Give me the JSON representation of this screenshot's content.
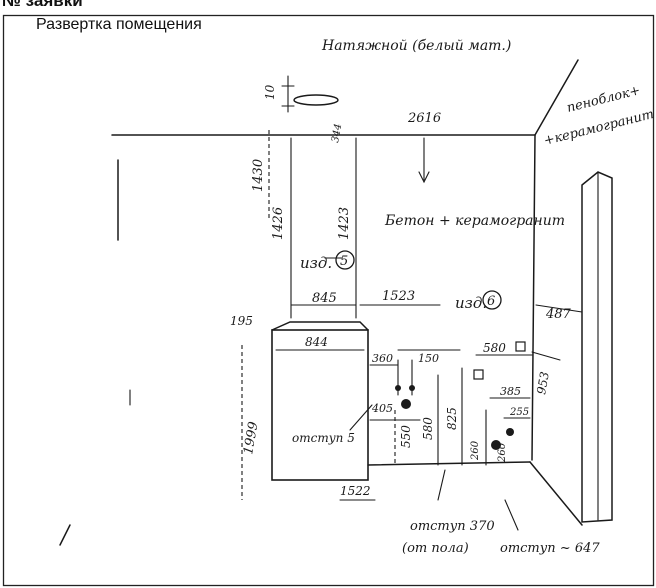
{
  "header": {
    "order_label": "№ заявки",
    "title": "Развертка помещения"
  },
  "notes": {
    "ceiling": "Натяжной (белый мат.)",
    "wall_left": "Бетон + керамогранит",
    "wall_right_1": "пеноблок+",
    "wall_right_2": "+керамогранит",
    "item5": "изд.",
    "item5_num": "5",
    "item6": "изд.",
    "item6_num": "6",
    "offset5": "отступ 5",
    "offset370_1": "отступ 370",
    "offset370_2": "(от пола)",
    "offset647": "отступ ~ 647"
  },
  "dims": {
    "d10": "10",
    "d2616": "2616",
    "d1430": "1430",
    "d1426": "1426",
    "d1423": "1423",
    "d195": "195",
    "d845": "845",
    "d1523": "1523",
    "d487": "487",
    "d844": "844",
    "d360": "360",
    "d150": "150",
    "d580a": "580",
    "d405": "405",
    "d550": "550",
    "d580b": "580",
    "d825": "825",
    "d385": "385",
    "d255": "255",
    "d953": "953",
    "d260a": "260",
    "d260b": "260",
    "d1999": "1999",
    "d1522": "1522",
    "d344": "344"
  }
}
